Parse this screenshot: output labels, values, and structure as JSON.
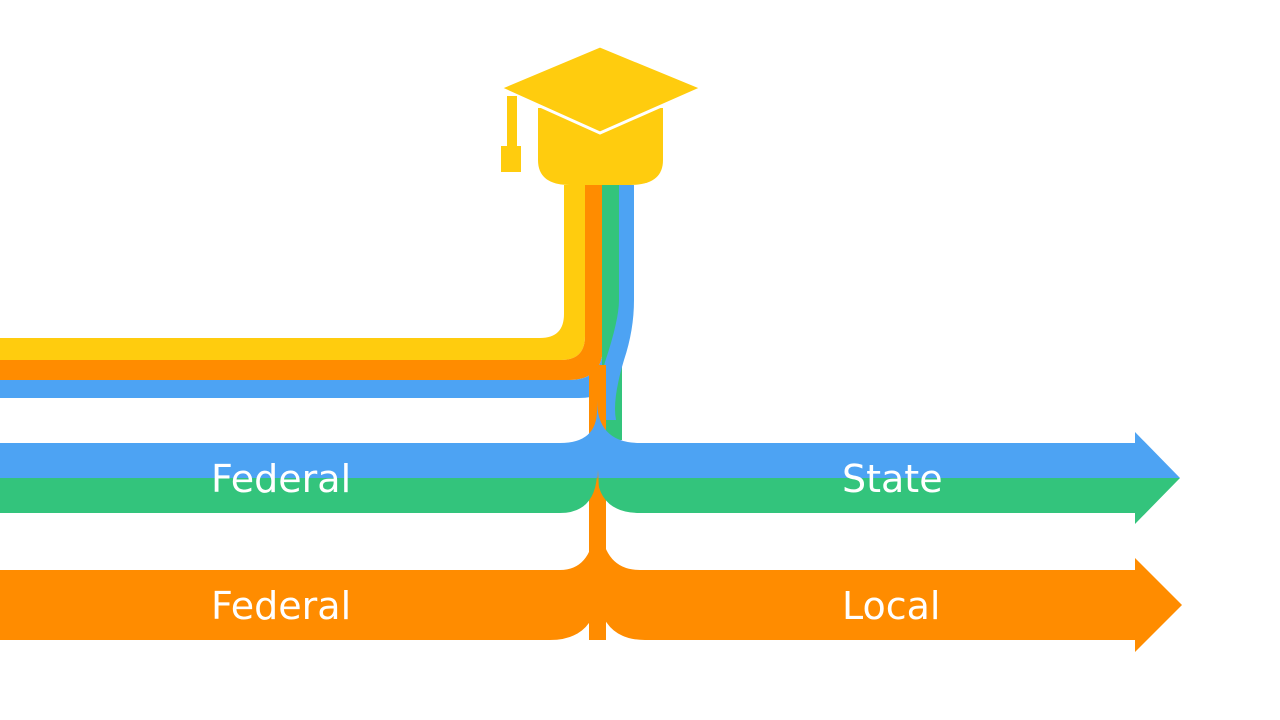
{
  "colors": {
    "yellow": "#FFCC0E",
    "orange": "#FF8C00",
    "blue": "#4DA3F3",
    "green": "#33C47C",
    "background": "#FFFFFF"
  },
  "icon": "graduation-cap-icon",
  "labels": {
    "federal_upper": "Federal",
    "state": "State",
    "federal_lower": "Federal",
    "local": "Local"
  }
}
